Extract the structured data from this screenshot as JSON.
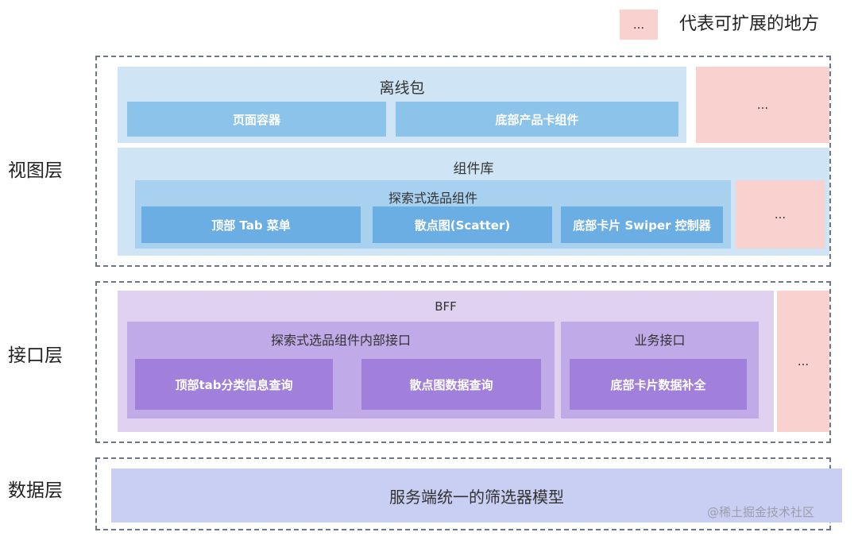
{
  "legend": {
    "swatch": "...",
    "text": "代表可扩展的地方"
  },
  "layers": {
    "view": {
      "label": "视图层",
      "offline_pack": {
        "title": "离线包",
        "items": [
          "页面容器",
          "底部产品卡组件"
        ]
      },
      "offline_ext": "...",
      "component_lib": {
        "title": "组件库",
        "explore": {
          "title": "探索式选品组件",
          "items": [
            "顶部 Tab 菜单",
            "散点图(Scatter)",
            "底部卡片 Swiper 控制器"
          ]
        },
        "ext": "..."
      }
    },
    "api": {
      "label": "接口层",
      "bff": {
        "title": "BFF",
        "internal": {
          "title": "探索式选品组件内部接口",
          "items": [
            "顶部tab分类信息查询",
            "散点图数据查询"
          ]
        },
        "business": {
          "title": "业务接口",
          "items": [
            "底部卡片数据补全"
          ]
        }
      },
      "ext": "..."
    },
    "data": {
      "label": "数据层",
      "model": "服务端统一的筛选器模型"
    }
  },
  "watermark": "@稀土掘金技术社区",
  "colors": {
    "extension": "#f9d2d0",
    "view_layer": "#cfe5f6",
    "api_layer": "#e0d1f1",
    "data_layer": "#c9cff3",
    "dashed_border": "#6e7685"
  }
}
